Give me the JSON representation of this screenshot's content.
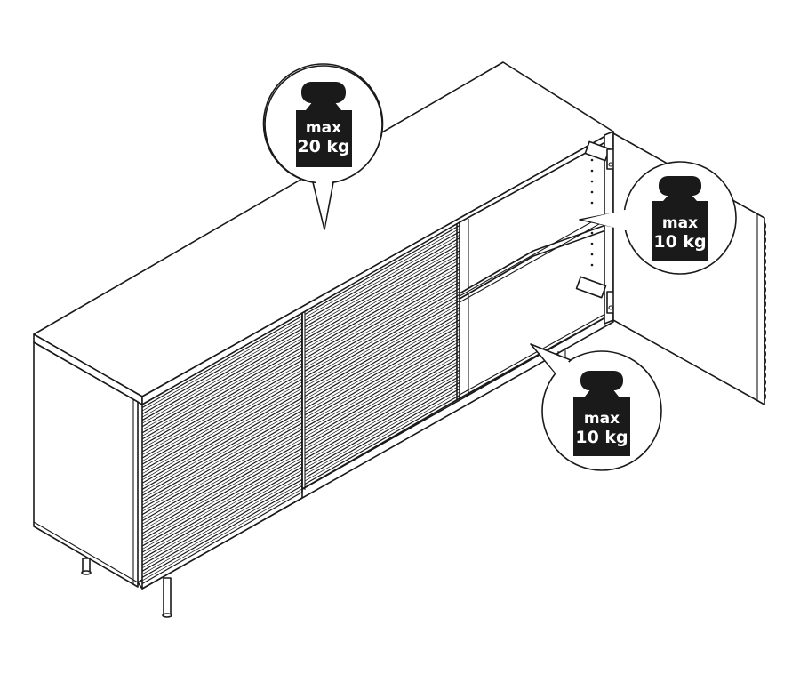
{
  "diagram": {
    "subject": "Sideboard with fluted sliding doors and open hinged door",
    "stroke_color": "#1a1a1a",
    "badge_color": "#1a1a1a",
    "badge_text_color": "#ffffff"
  },
  "callouts": [
    {
      "id": "top",
      "target": "top surface",
      "line1": "max",
      "line2": "20 kg"
    },
    {
      "id": "upper-shelf",
      "target": "upper interior shelf",
      "line1": "max",
      "line2": "10 kg"
    },
    {
      "id": "bottom-shelf",
      "target": "bottom interior shelf",
      "line1": "max",
      "line2": "10 kg"
    }
  ]
}
